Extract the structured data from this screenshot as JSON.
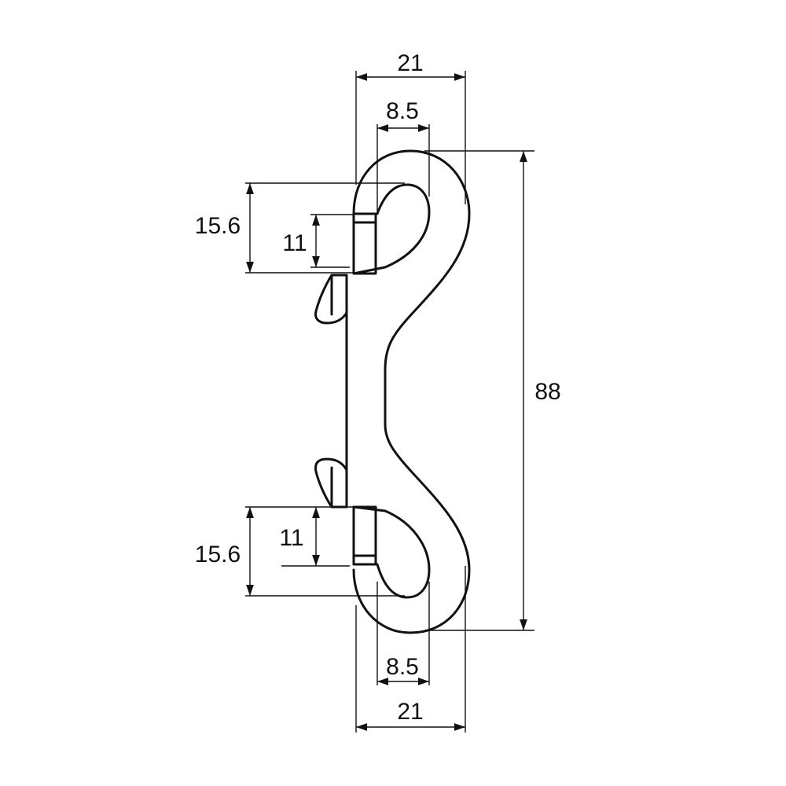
{
  "diagram": {
    "colors": {
      "stroke": "#111111",
      "dimension": "#111111",
      "background": "#ffffff"
    },
    "dimensions": {
      "top_width": "21",
      "top_inner_width": "8.5",
      "top_outer_height": "15.6",
      "top_gate_height": "11",
      "total_length": "88",
      "bottom_gate_height": "11",
      "bottom_outer_height": "15.6",
      "bottom_inner_width": "8.5",
      "bottom_width": "21"
    }
  }
}
